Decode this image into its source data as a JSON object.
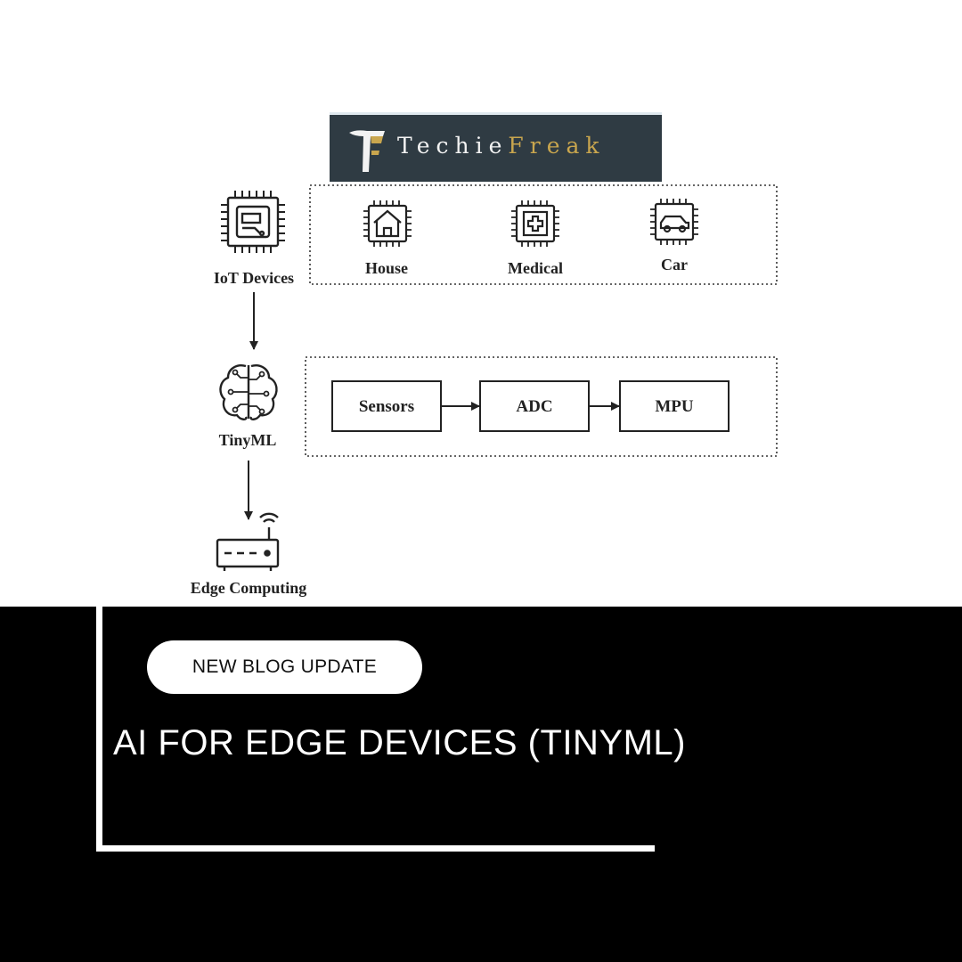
{
  "logo": {
    "word_part1": "Techie",
    "word_part2": "Freak",
    "brand_bg": "#2f3b43",
    "accent": "#c9a64e"
  },
  "diagram": {
    "nodes": {
      "iot_devices": "IoT Devices",
      "tinyml": "TinyML",
      "edge_computing": "Edge Computing"
    },
    "devices": [
      "House",
      "Medical",
      "Car"
    ],
    "pipeline": [
      "Sensors",
      "ADC",
      "MPU"
    ],
    "icons": {
      "iot": "chip-icon",
      "house": "house-chip-icon",
      "medical": "medical-chip-icon",
      "car": "car-chip-icon",
      "tinyml": "brain-circuit-icon",
      "edge": "router-icon"
    }
  },
  "banner": {
    "tag": "NEW BLOG UPDATE",
    "headline": "AI FOR EDGE DEVICES (TINYML)"
  }
}
